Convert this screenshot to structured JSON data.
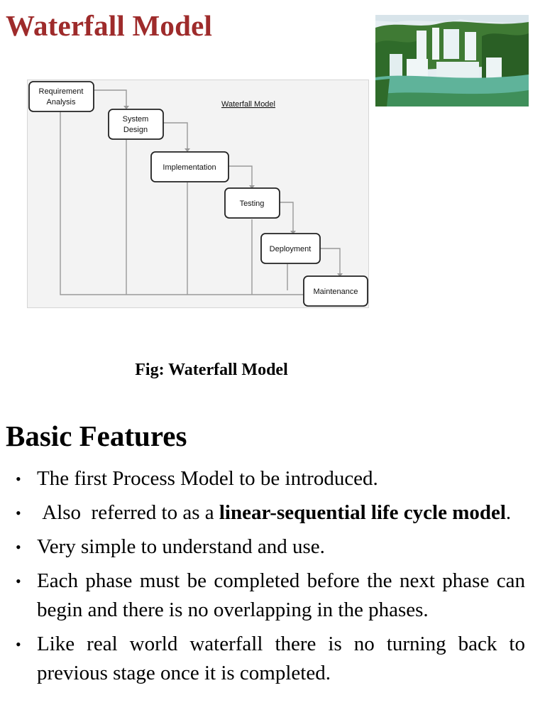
{
  "title": "Waterfall Model",
  "figure": {
    "heading": "Waterfall Model",
    "phases": {
      "requirement_line1": "Requirement",
      "requirement_line2": "Analysis",
      "system_line1": "System",
      "system_line2": "Design",
      "implementation": "Implementation",
      "testing": "Testing",
      "deployment": "Deployment",
      "maintenance": "Maintenance"
    },
    "caption": "Fig: Waterfall Model"
  },
  "photo": {
    "icon": "waterfall-photo",
    "colors": {
      "foliage": "#2f6b2a",
      "water": "#5fb39a",
      "sky": "#e6eef2"
    }
  },
  "section": {
    "heading": "Basic Features",
    "bullets": [
      {
        "text": " The first Process Model to be introduced."
      },
      {
        "pre": " Also  referred to as a ",
        "bold": "linear-sequential life cycle model",
        "post": "."
      },
      {
        "text": "Very simple to understand and use."
      },
      {
        "text": "Each phase must be completed before the next phase can begin and there is no overlapping in the phases."
      },
      {
        "text": "Like real world waterfall there is no turning back to previous stage once it is completed."
      }
    ]
  },
  "colors": {
    "title": "#9e2b2b"
  }
}
